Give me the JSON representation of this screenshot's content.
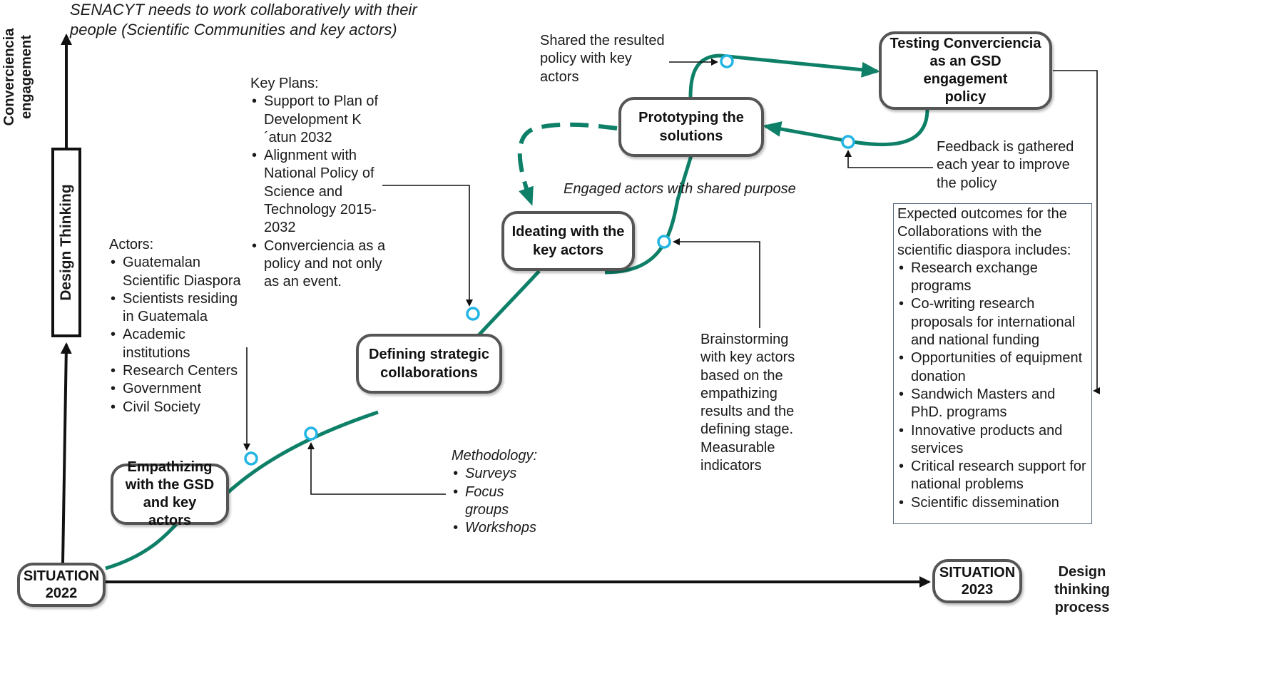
{
  "top_goal": "SENACYT needs to work collaboratively with their people (Scientific Communities and key actors)",
  "y_axis_label": "Converciencia\nengagement",
  "x_axis_label": "Design\nthinking\nprocess",
  "side_bar_label": "Design Thinking",
  "stages": {
    "situation_2022": "SITUATION\n2022",
    "empathizing": "Empathizing\nwith the GSD\nand key actors",
    "defining": "Defining strategic\ncollaborations",
    "ideating": "Ideating with the\nkey actors",
    "prototyping": "Prototyping the\nsolutions",
    "testing": "Testing Converciencia\nas an GSD engagement\npolicy",
    "situation_2023": "SITUATION\n2023"
  },
  "actors": {
    "title": "Actors:",
    "items": [
      "Guatemalan Scientific Diaspora",
      "Scientists residing in Guatemala",
      "Academic institutions",
      "Research Centers",
      "Government",
      "Civil Society"
    ]
  },
  "key_plans": {
    "title": "Key Plans:",
    "items": [
      "Support to Plan of Development K´atun 2032",
      "Alignment with National Policy of Science and Technology 2015-2032",
      "Converciencia as a policy and not only as an event."
    ]
  },
  "methodology": {
    "title": "Methodology:",
    "items": [
      "Surveys",
      "Focus groups",
      "Workshops"
    ]
  },
  "brainstorming_note": "Brainstorming with key actors based on the empathizing results and the defining stage. Measurable indicators",
  "engaged_note": "Engaged actors with shared purpose",
  "shared_note": "Shared the resulted policy with key actors",
  "feedback_note": "Feedback is gathered each year to improve the policy",
  "expected_outcomes": {
    "title": "Expected outcomes for the Collaborations with the scientific diaspora includes:",
    "items": [
      "Research exchange programs",
      "Co-writing research proposals for international and national funding",
      "Opportunities of equipment donation",
      "Sandwich Masters and PhD. programs",
      "Innovative products and services",
      " Critical research support for national problems",
      "Scientific dissemination"
    ]
  },
  "colors": {
    "path": "#0e8068",
    "milestone_ring": "#22b5e3",
    "box_border": "#555555",
    "axis": "#111111",
    "outcome_border": "#556a80"
  }
}
